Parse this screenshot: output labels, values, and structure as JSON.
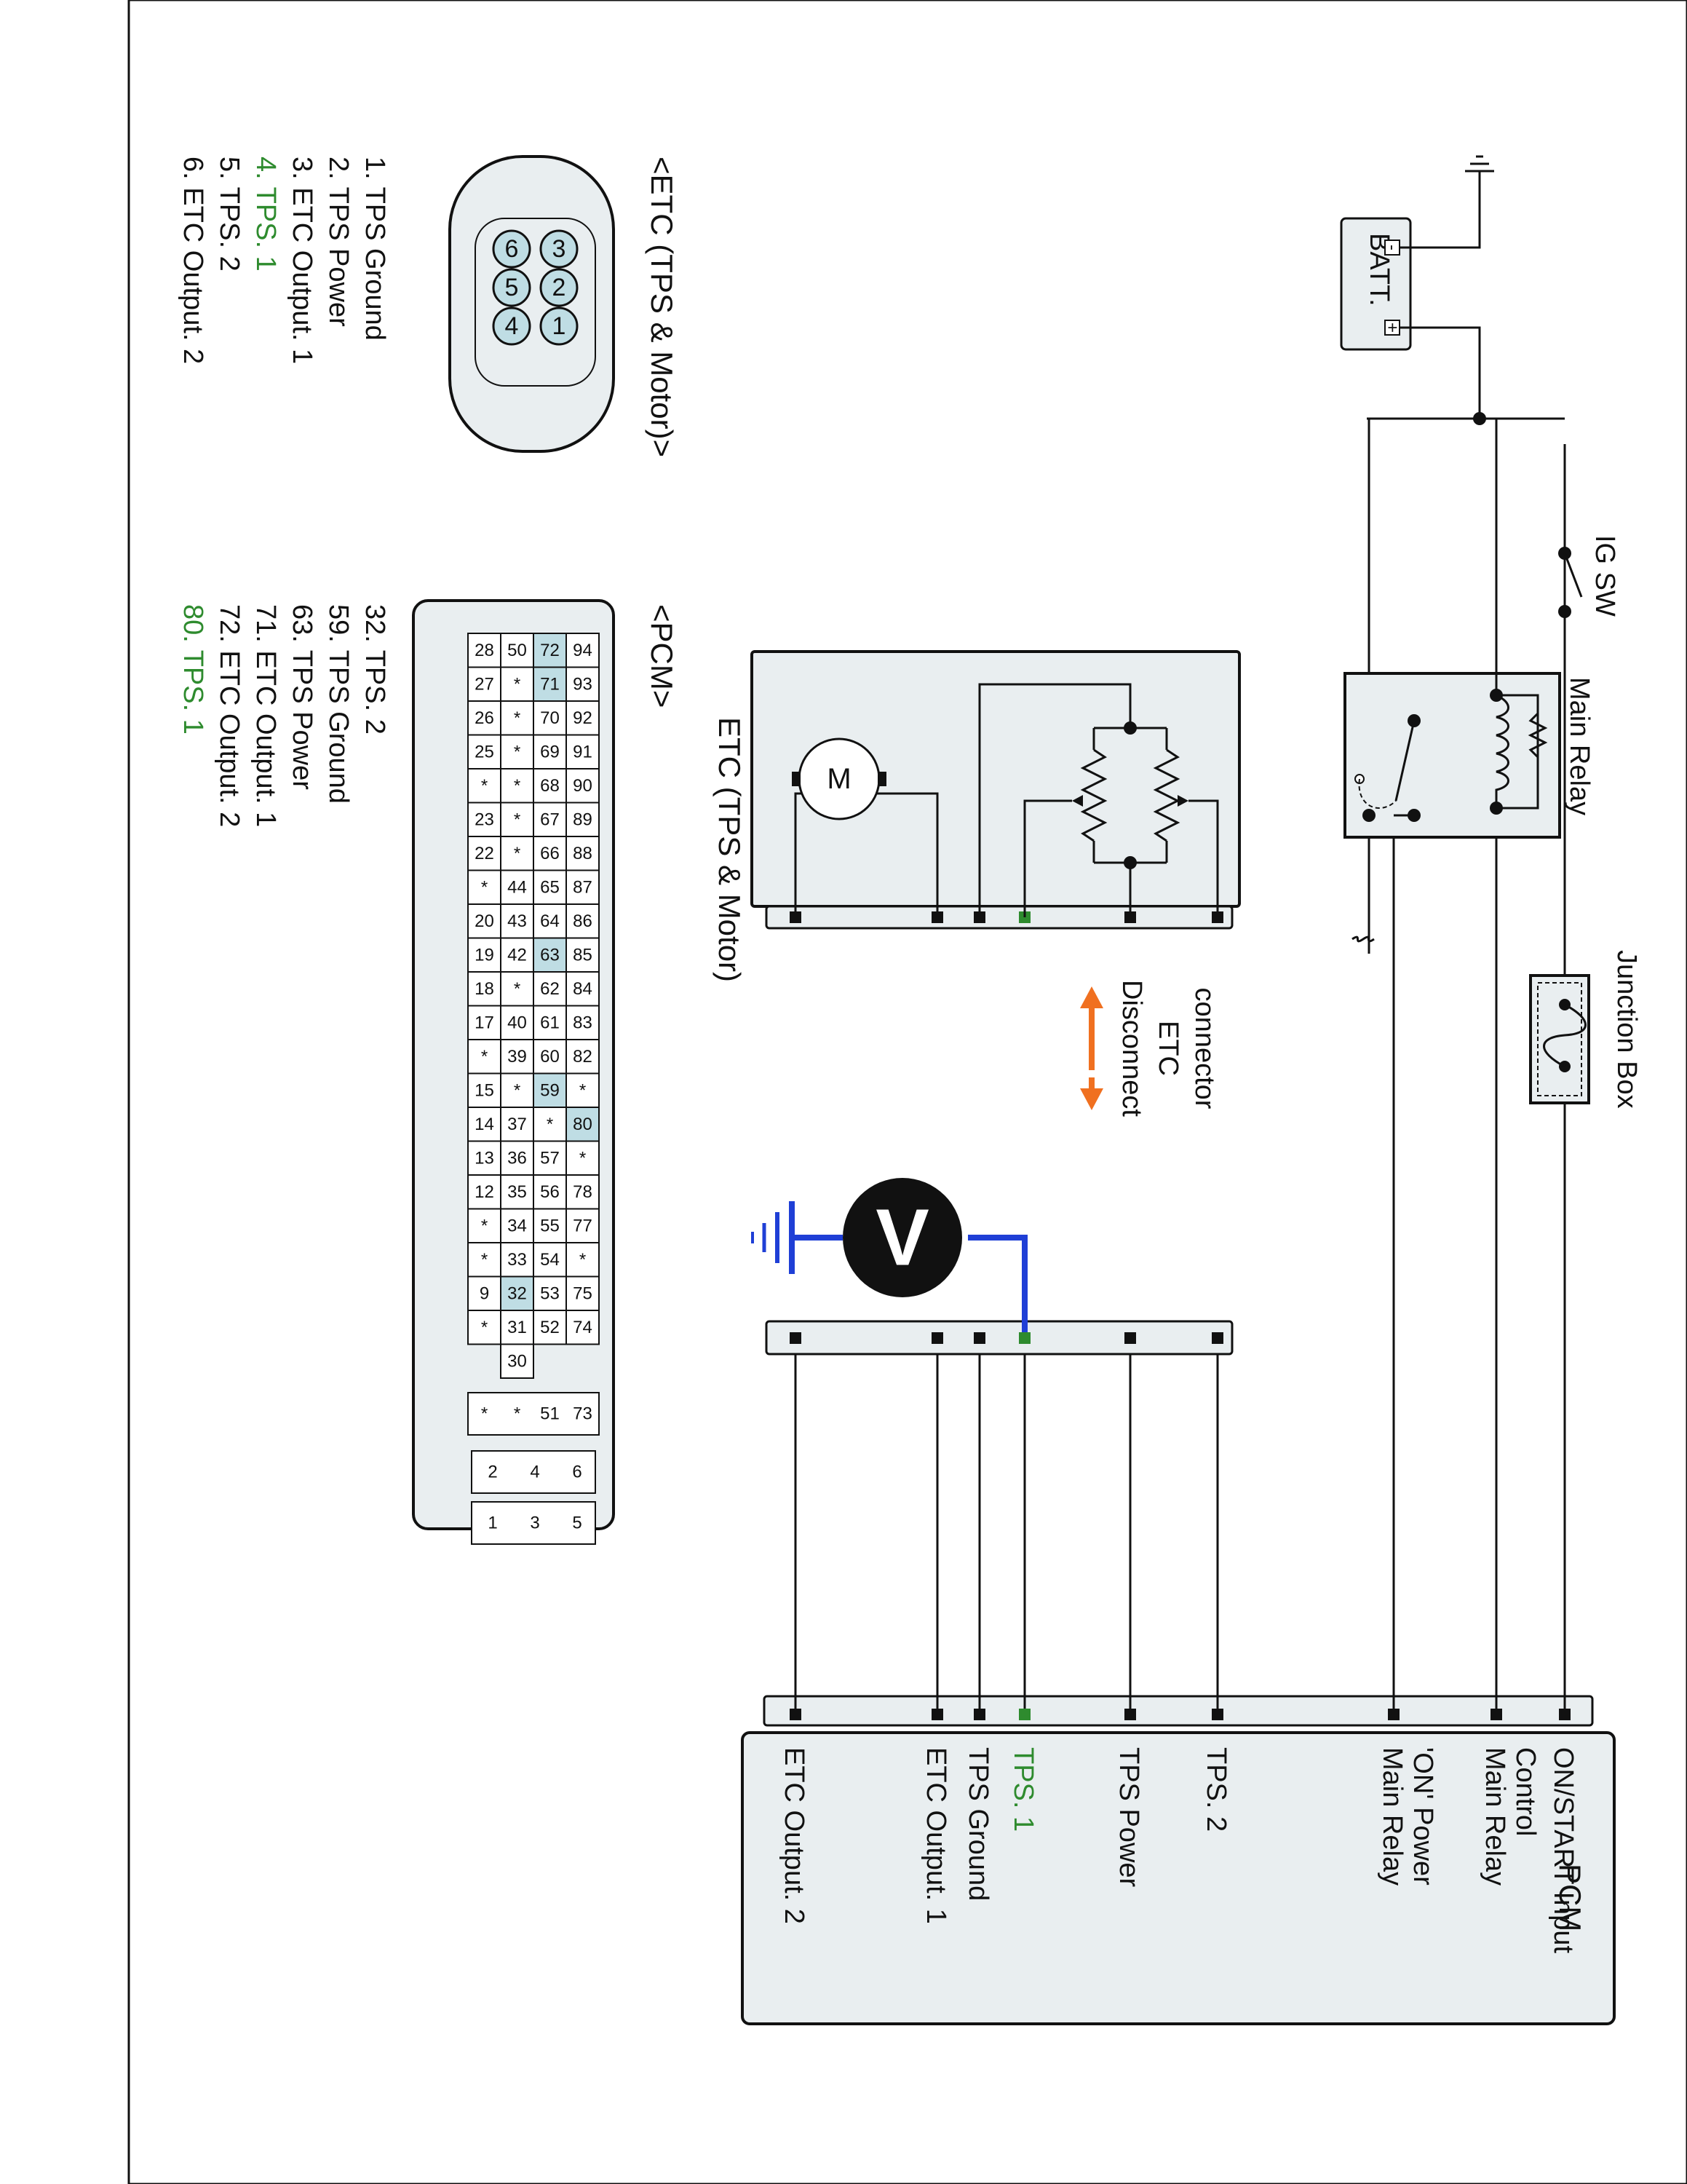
{
  "etc_connector": {
    "title": "<ETC (TPS & Motor)>",
    "pins": [
      "1",
      "2",
      "3",
      "4",
      "5",
      "6"
    ],
    "legend": [
      {
        "text": "1. TPS Ground",
        "highlight": false
      },
      {
        "text": "2. TPS Power",
        "highlight": false
      },
      {
        "text": "3. ETC Output. 1",
        "highlight": false
      },
      {
        "text": "4. TPS. 1",
        "highlight": true
      },
      {
        "text": "5. TPS. 2",
        "highlight": false
      },
      {
        "text": "6. ETC Output. 2",
        "highlight": false
      }
    ]
  },
  "pcm_connector": {
    "title": "<PCM>",
    "legend": [
      {
        "text": "32. TPS. 2",
        "highlight": false
      },
      {
        "text": "59. TPS Ground",
        "highlight": false
      },
      {
        "text": "63. TPS Power",
        "highlight": false
      },
      {
        "text": "71. ETC Output. 1",
        "highlight": false
      },
      {
        "text": "72. ETC Output. 2",
        "highlight": false
      },
      {
        "text": "80. TPS. 1",
        "highlight": true
      }
    ],
    "rows": [
      [
        "94",
        "93",
        "92",
        "91",
        "90",
        "89",
        "88",
        "87",
        "86",
        "85",
        "84",
        "83",
        "82",
        "*",
        "80",
        "*",
        "78",
        "77",
        "*",
        "75",
        "74"
      ],
      [
        "72",
        "71",
        "70",
        "69",
        "68",
        "67",
        "66",
        "65",
        "64",
        "63",
        "62",
        "61",
        "60",
        "59",
        "*",
        "57",
        "56",
        "55",
        "54",
        "53",
        "52"
      ],
      [
        "50",
        "*",
        "*",
        "*",
        "*",
        "*",
        "*",
        "44",
        "43",
        "42",
        "*",
        "40",
        "39",
        "*",
        "37",
        "36",
        "35",
        "34",
        "33",
        "32",
        "31",
        "30"
      ],
      [
        "28",
        "27",
        "26",
        "25",
        "*",
        "23",
        "22",
        "*",
        "20",
        "19",
        "18",
        "17",
        "*",
        "15",
        "14",
        "13",
        "12",
        "*",
        "*",
        "9",
        "*"
      ]
    ],
    "rows_fixed": {
      "r0": [
        "94",
        "93",
        "92",
        "91",
        "90",
        "89",
        "88",
        "87",
        "86",
        "85",
        "84",
        "83",
        "82",
        "*",
        "80",
        "*",
        "78",
        "77",
        "*",
        "75",
        "74"
      ],
      "r1": [
        "72",
        "71",
        "70",
        "69",
        "68",
        "67",
        "66",
        "65",
        "64",
        "63",
        "62",
        "61",
        "60",
        "59",
        "*",
        "57",
        "56",
        "55",
        "54",
        "53",
        "52"
      ],
      "r2": [
        "50",
        "*",
        "*",
        "*",
        "*",
        "*",
        "*",
        "44",
        "43",
        "42",
        "*",
        "40",
        "39",
        "*",
        "37",
        "36",
        "35",
        "34",
        "33",
        "32",
        "31",
        "30"
      ],
      "r3": [
        "28",
        "27",
        "26",
        "25",
        "*",
        "23",
        "22",
        "*",
        "20",
        "19",
        "18",
        "17",
        "*",
        "15",
        "14",
        "13",
        "12",
        "*",
        "*",
        "9",
        "*"
      ]
    },
    "highlighted": [
      "72",
      "71",
      "63",
      "59",
      "80",
      "32"
    ],
    "extra_block": [
      "73",
      "51",
      "*",
      "*"
    ],
    "small_blocks": [
      "6",
      "4",
      "2",
      "5",
      "3",
      "1"
    ]
  },
  "components": {
    "battery": "BATT.",
    "battery_plus": "+",
    "battery_minus": "-",
    "ig_switch": "IG SW",
    "main_relay": "Main Relay",
    "junction_box": "Junction Box",
    "etc_module": "ETC (TPS & Motor)",
    "motor_symbol": "M",
    "voltmeter_symbol": "V",
    "disconnect_note": [
      "Disconnect",
      "ETC",
      "connector"
    ]
  },
  "pcm_module": {
    "title": "PCM",
    "terminals": [
      {
        "label": [
          "ON/START Input"
        ],
        "highlight": false
      },
      {
        "label": [
          "Main Relay",
          "Control"
        ],
        "highlight": false
      },
      {
        "label": [
          "Main Relay",
          "'ON' Power"
        ],
        "highlight": false
      },
      {
        "label": [
          "TPS. 2"
        ],
        "highlight": false
      },
      {
        "label": [
          "TPS Power"
        ],
        "highlight": false
      },
      {
        "label": [
          "TPS. 1"
        ],
        "highlight": true
      },
      {
        "label": [
          "TPS Ground"
        ],
        "highlight": false
      },
      {
        "label": [
          "ETC Output. 1"
        ],
        "highlight": false
      },
      {
        "label": [
          "ETC Output. 2"
        ],
        "highlight": false
      }
    ]
  },
  "colors": {
    "highlight_green": "#2e8b2e",
    "meter_wire_blue": "#1f3fd6",
    "arrow_orange": "#f07020",
    "connector_fill": "#e9eef0",
    "pin_highlight": "#bfdde4"
  }
}
